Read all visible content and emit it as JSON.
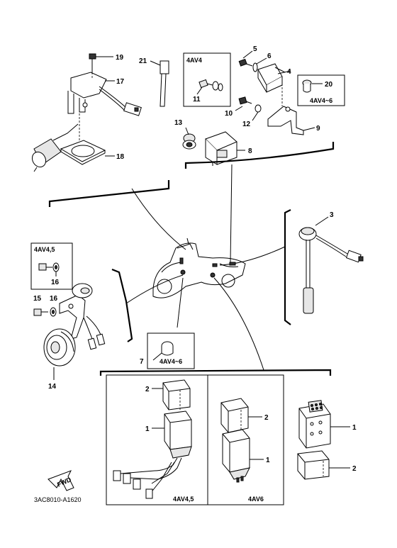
{
  "diagram_code": "3AC8010-A1620",
  "fwd_label": "FWD",
  "variant_boxes": {
    "top_4av4": "4AV4",
    "top_4av4_6": "4AV4~6",
    "left_4av4_5": "4AV4,5",
    "middle_4av4_6": "4AV4~6",
    "bottom_4av4_5": "4AV4,5",
    "bottom_4av6": "4AV6"
  },
  "callouts": {
    "c1": "1",
    "c2": "2",
    "c3": "3",
    "c4": "4",
    "c5": "5",
    "c6": "6",
    "c7": "7",
    "c8": "8",
    "c9": "9",
    "c10": "10",
    "c11": "11",
    "c12": "12",
    "c13": "13",
    "c14": "14",
    "c15": "15",
    "c16": "16",
    "c17": "17",
    "c18": "18",
    "c19": "19",
    "c20": "20",
    "c21": "21"
  }
}
